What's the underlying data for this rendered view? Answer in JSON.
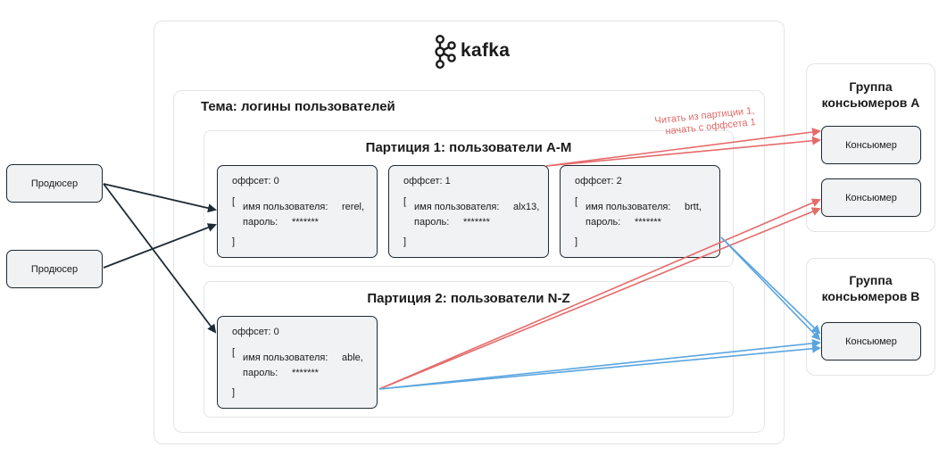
{
  "kafka": {
    "logo_text": "kafka"
  },
  "topic": {
    "title": "Тема: логины пользователей"
  },
  "partitions": [
    {
      "title": "Партиция 1: пользователи A-M",
      "records": [
        {
          "offset": "оффсет: 0",
          "open": "[",
          "user_label": "имя пользователя:",
          "user": "rerel,",
          "pass_label": "пароль:",
          "pass": "*******",
          "close": "]"
        },
        {
          "offset": "оффсет: 1",
          "open": "[",
          "user_label": "имя пользователя:",
          "user": "alx13,",
          "pass_label": "пароль:",
          "pass": "*******",
          "close": "]"
        },
        {
          "offset": "оффсет: 2",
          "open": "[",
          "user_label": "имя пользователя:",
          "user": "brtt,",
          "pass_label": "пароль:",
          "pass": "*******",
          "close": "]"
        }
      ]
    },
    {
      "title": "Партиция 2: пользователи N-Z",
      "records": [
        {
          "offset": "оффсет: 0",
          "open": "[",
          "user_label": "имя пользователя:",
          "user": "able,",
          "pass_label": "пароль:",
          "pass": "*******",
          "close": "]"
        }
      ]
    }
  ],
  "producers": [
    "Продюсер",
    "Продюсер"
  ],
  "groups": [
    {
      "title_line1": "Группа",
      "title_line2": "консьюмеров A",
      "consumers": [
        "Консьюмер",
        "Консьюмер"
      ]
    },
    {
      "title_line1": "Группа",
      "title_line2": "консьюмеров B",
      "consumers": [
        "Консьюмер"
      ]
    }
  ],
  "annotation": {
    "line1": "Читать из партиции 1,",
    "line2": "начать с оффсета 1"
  },
  "colors": {
    "dark": "#1e2a33",
    "red": "#e56b6b",
    "blue": "#5aa5e0"
  }
}
